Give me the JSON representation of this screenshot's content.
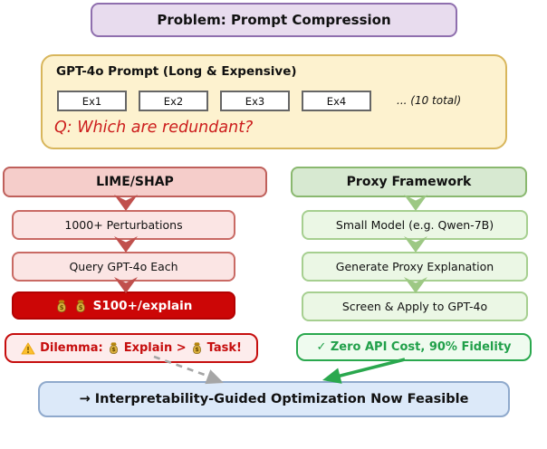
{
  "title": {
    "label": "Problem: Prompt Compression"
  },
  "prompt_panel": {
    "heading": "GPT-4o Prompt (Long & Expensive)",
    "examples": [
      "Ex1",
      "Ex2",
      "Ex3",
      "Ex4"
    ],
    "more_note": "... (10 total)",
    "question": "Q: Which are redundant?"
  },
  "left_flow": {
    "header": "LIME/SHAP",
    "steps": [
      "1000+ Perturbations",
      "Query GPT-4o Each"
    ],
    "cost": {
      "icon": "moneybag-icon",
      "label": "S100+/explain"
    },
    "dilemma": {
      "icon": "warning-icon",
      "part1": "Dilemma:",
      "part2": "Explain >",
      "part3": "Task!"
    }
  },
  "right_flow": {
    "header": "Proxy Framework",
    "steps": [
      "Small Model (e.g. Qwen-7B)",
      "Generate Proxy Explanation",
      "Screen & Apply to GPT-4o"
    ],
    "benefit": "✓ Zero API Cost, 90% Fidelity"
  },
  "bottom": {
    "label": "→ Interpretability-Guided Optimization Now Feasible"
  },
  "colors": {
    "purple_fill": "#e8dcee",
    "purple_border": "#8f6fae",
    "yellow_fill": "#fdf2cf",
    "yellow_border": "#d8b65c",
    "pink_header_fill": "#f5cdca",
    "pink_border": "#bf605b",
    "pink_step_fill": "#fbe5e4",
    "cost_red": "#cc0606",
    "alert_red": "#c60d0d",
    "green_header_fill": "#d7e9d1",
    "green_border": "#8ab86f",
    "green_step_fill": "#ebf7e5",
    "benefit_green": "#2aa84e",
    "blue_fill": "#dce9f9",
    "blue_border": "#8fa9cc",
    "gray_arrow": "#a6a6a6",
    "question_red": "#cc1d1d"
  }
}
